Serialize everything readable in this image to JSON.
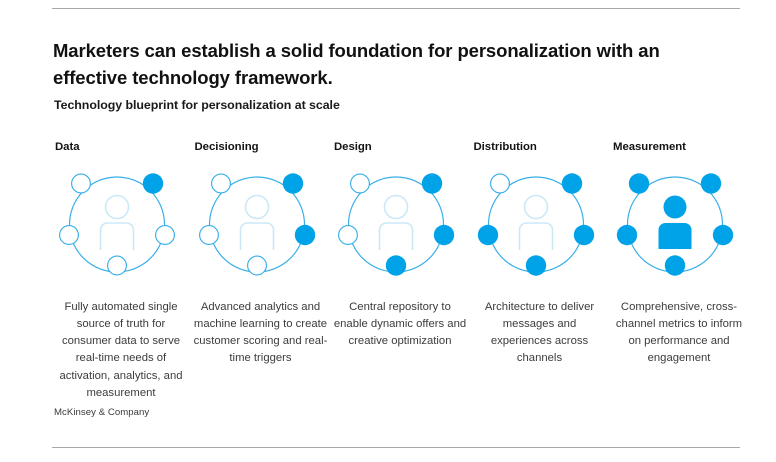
{
  "colors": {
    "accent_blue": "#00A3E8",
    "ring_stroke": "#36AEE8",
    "person_light": "#CBE8F8",
    "rule_gray": "#A8A8A8",
    "headline_text": "#111111",
    "caption_text": "#3C3C3C",
    "background": "#FFFFFF"
  },
  "header": {
    "headline": "Marketers can establish a solid foundation for personalization with an effective technology framework.",
    "subhead": "Technology blueprint for personalization at scale"
  },
  "columns": [
    {
      "title": "Data",
      "caption": "Fully automated single source of truth for consumer data to serve real-time needs of activation, analytics, and measurement",
      "filled_nodes": [
        "top-right"
      ],
      "filled_count": 1,
      "person_filled": false
    },
    {
      "title": "Decisioning",
      "caption": "Advanced analytics and machine learning to create customer scoring and real-time triggers",
      "filled_nodes": [
        "top-right",
        "right"
      ],
      "filled_count": 2,
      "person_filled": false
    },
    {
      "title": "Design",
      "caption": "Central repository to enable dynamic offers and creative optimization",
      "filled_nodes": [
        "top-right",
        "right",
        "bottom"
      ],
      "filled_count": 3,
      "person_filled": false
    },
    {
      "title": "Distribution",
      "caption": "Architecture to deliver messages and experiences across channels",
      "filled_nodes": [
        "top-right",
        "right",
        "bottom",
        "left"
      ],
      "filled_count": 4,
      "person_filled": false
    },
    {
      "title": "Measurement",
      "caption": "Comprehensive, cross-channel metrics to inform on performance and engagement",
      "filled_nodes": [
        "top-right",
        "right",
        "bottom",
        "left",
        "top-left"
      ],
      "filled_count": 5,
      "person_filled": true
    }
  ],
  "footer": {
    "logo": "McKinsey & Company"
  }
}
